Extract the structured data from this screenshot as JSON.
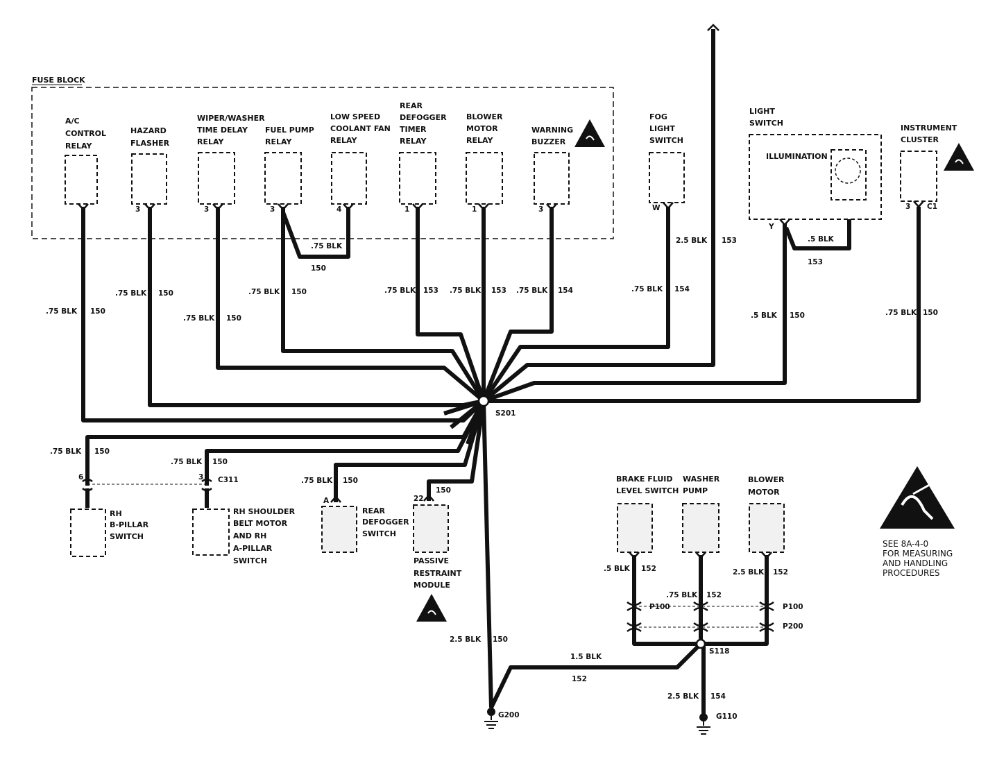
{
  "fuse_block": {
    "title": "FUSE BLOCK"
  },
  "components": {
    "ac_relay": [
      "A/C",
      "CONTROL",
      "RELAY"
    ],
    "hazard": [
      "HAZARD",
      "FLASHER"
    ],
    "wiper": [
      "WIPER/WASHER",
      "TIME DELAY",
      "RELAY"
    ],
    "fuel_pump": [
      "FUEL PUMP",
      "RELAY"
    ],
    "coolant_fan": [
      "LOW SPEED",
      "COOLANT FAN",
      "RELAY"
    ],
    "rear_defog_timer": [
      "REAR",
      "DEFOGGER",
      "TIMER",
      "RELAY"
    ],
    "blower_relay": [
      "BLOWER",
      "MOTOR",
      "RELAY"
    ],
    "warning_buzzer": [
      "WARNING",
      "BUZZER"
    ],
    "fog_switch": [
      "FOG",
      "LIGHT",
      "SWITCH"
    ],
    "light_switch": [
      "LIGHT",
      "SWITCH"
    ],
    "illumination": "ILLUMINATION",
    "instrument_cluster": [
      "INSTRUMENT",
      "CLUSTER"
    ],
    "rh_b_pillar": [
      "RH",
      "B-PILLAR",
      "SWITCH"
    ],
    "rh_shoulder": [
      "RH SHOULDER",
      "BELT MOTOR",
      "AND RH",
      "A-PILLAR",
      "SWITCH"
    ],
    "rear_defog_switch": [
      "REAR",
      "DEFOGGER",
      "SWITCH"
    ],
    "passive_restraint": [
      "PASSIVE",
      "RESTRAINT",
      "MODULE"
    ],
    "brake_fluid": [
      "BRAKE FLUID",
      "LEVEL SWITCH"
    ],
    "washer_pump": [
      "WASHER",
      "PUMP"
    ],
    "blower_motor": [
      "BLOWER",
      "MOTOR"
    ]
  },
  "pins": {
    "hazard": "3",
    "wiper": "3",
    "fuel_pump": "3",
    "coolant_fan": "4",
    "rear_defog_timer": "1",
    "blower_relay": "1",
    "warning_buzzer": "3",
    "fog_switch": "W",
    "light_switch": "Y",
    "instrument_cluster": "3",
    "instrument_connector": "C1",
    "rh_b_pillar": "6",
    "rh_shoulder": "3",
    "rh_shoulder_connector": "C311",
    "rear_defog_switch": "A",
    "passive_restraint": "22"
  },
  "wires": {
    "ac_relay": {
      "size": ".75 BLK",
      "circuit": "150"
    },
    "hazard": {
      "size": ".75 BLK",
      "circuit": "150"
    },
    "wiper": {
      "size": ".75 BLK",
      "circuit": "150"
    },
    "fuel_pump": {
      "size": ".75 BLK",
      "circuit": "150"
    },
    "coolant_fan": {
      "size": ".75 BLK",
      "circuit": "150"
    },
    "rear_defog_timer": {
      "size": ".75 BLK",
      "circuit": "153"
    },
    "blower_relay": {
      "size": ".75 BLK",
      "circuit": "153"
    },
    "warning_buzzer": {
      "size": ".75 BLK",
      "circuit": "154"
    },
    "fog_switch": {
      "size": ".75 BLK",
      "circuit": "154"
    },
    "top_feed": {
      "size": "2.5 BLK",
      "circuit": "153"
    },
    "light_switch": {
      "size": ".5 BLK",
      "circuit": "150"
    },
    "illumination": {
      "size": ".5 BLK",
      "circuit": "153"
    },
    "instrument_cluster": {
      "size": ".75 BLK",
      "circuit": "150"
    },
    "rh_b_pillar": {
      "size": ".75 BLK",
      "circuit": "150"
    },
    "rh_shoulder": {
      "size": ".75 BLK",
      "circuit": "150"
    },
    "rear_defog_switch": {
      "size": ".75 BLK",
      "circuit": "150"
    },
    "passive_restraint": {
      "circuit": "150"
    },
    "g200": {
      "size": "2.5 BLK",
      "circuit": "150"
    },
    "brake_fluid": {
      "size": ".5 BLK",
      "circuit": "152"
    },
    "washer_pump": {
      "size": ".75 BLK",
      "circuit": "152"
    },
    "blower_motor": {
      "size": "2.5 BLK",
      "circuit": "152"
    },
    "s118_to_g200": {
      "size": "1.5 BLK",
      "circuit": "152"
    },
    "g110": {
      "size": "2.5 BLK",
      "circuit": "154"
    }
  },
  "splices": {
    "s201": "S201",
    "s118": "S118"
  },
  "grounds": {
    "g200": "G200",
    "g110": "G110"
  },
  "connectors": {
    "p100_left": "P100",
    "p100_right": "P100",
    "p200": "P200"
  },
  "note": [
    "SEE 8A-4-0",
    "FOR MEASURING",
    "AND HANDLING",
    "PROCEDURES"
  ]
}
